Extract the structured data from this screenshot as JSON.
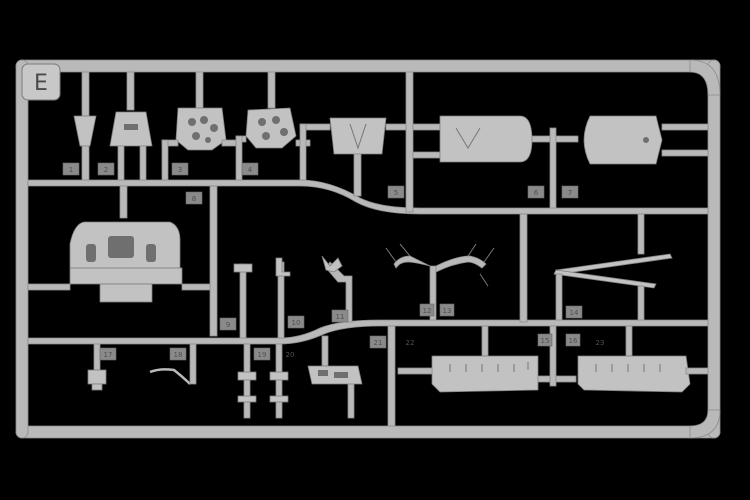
{
  "sprue_letter": "E",
  "part_numbers": [
    "1",
    "2",
    "3",
    "4",
    "5",
    "6",
    "7",
    "8",
    "9",
    "10",
    "11",
    "12",
    "13",
    "14",
    "15",
    "16",
    "17",
    "18",
    "19",
    "20",
    "21",
    "22",
    "23"
  ],
  "colors": {
    "background": "#000000",
    "plastic": "#b9b9b9",
    "plastic_edge": "#8c8c8c"
  }
}
